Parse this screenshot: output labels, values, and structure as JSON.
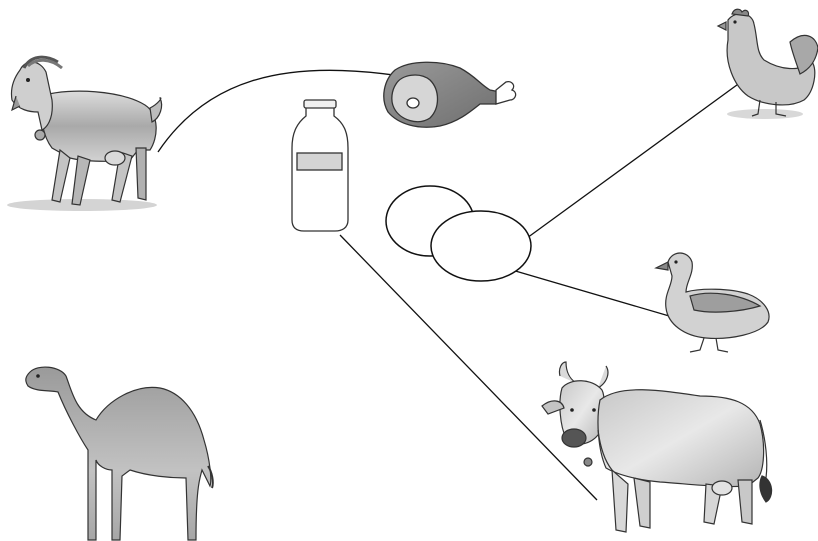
{
  "items": {
    "goat": {
      "kind": "animal",
      "icon": "goat-icon"
    },
    "camel": {
      "kind": "animal",
      "icon": "camel-icon"
    },
    "hen": {
      "kind": "animal",
      "icon": "hen-icon"
    },
    "duck": {
      "kind": "animal",
      "icon": "duck-icon"
    },
    "cow": {
      "kind": "animal",
      "icon": "cow-icon"
    },
    "meat": {
      "kind": "product",
      "icon": "meat-icon"
    },
    "milk": {
      "kind": "product",
      "icon": "milk-bottle-icon"
    },
    "eggs": {
      "kind": "product",
      "icon": "eggs-icon"
    }
  },
  "connections": [
    {
      "from": "goat",
      "to": "meat"
    },
    {
      "from": "milk",
      "to": "cow"
    },
    {
      "from": "eggs",
      "to": "hen"
    },
    {
      "from": "eggs",
      "to": "duck"
    }
  ],
  "colors": {
    "line": "#111111",
    "fill_light": "#e6e6e6",
    "fill_mid": "#b9b9b9",
    "fill_dark": "#7d7d7d",
    "outline": "#333333"
  }
}
